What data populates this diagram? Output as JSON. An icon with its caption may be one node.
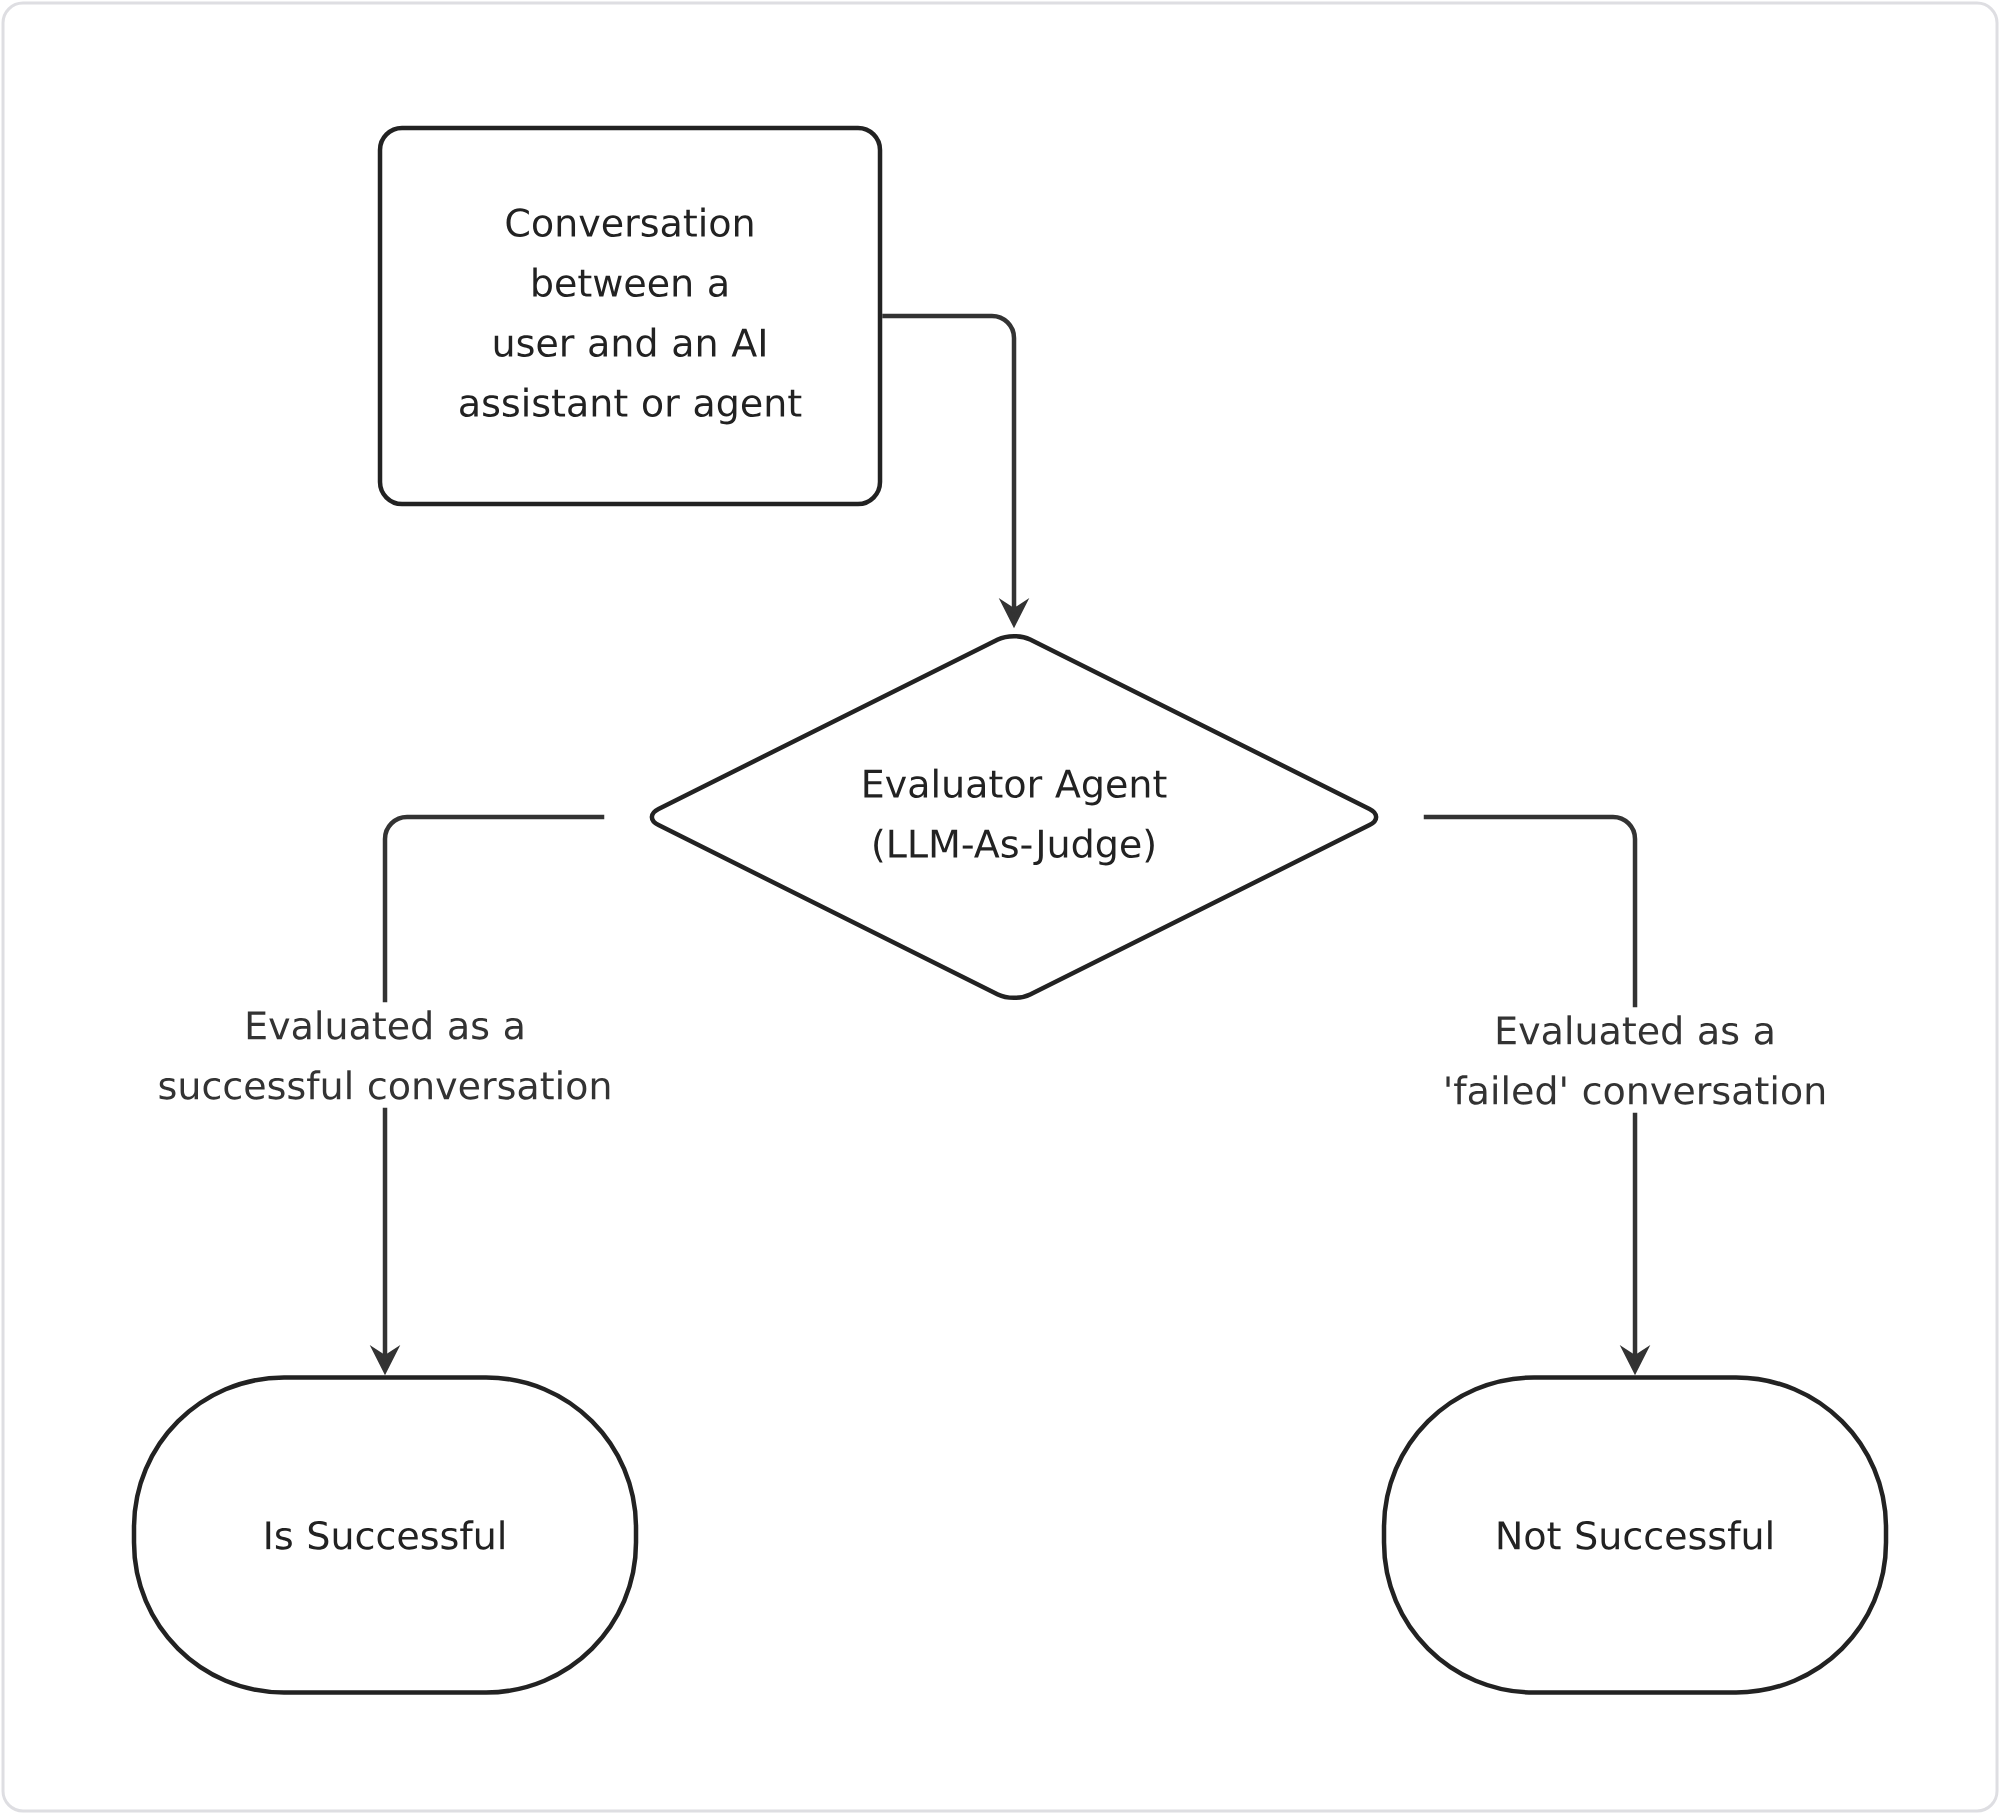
{
  "diagram": {
    "nodes": [
      {
        "text": [
          "Conversation between a user and an AI assistant or agent"
        ]
      },
      {
        "text": [
          "Evaluator Agent (LLM-As-Judge)"
        ]
      },
      {
        "text": [
          "Is Successful"
        ]
      },
      {
        "text": [
          "Not Successful"
        ]
      }
    ],
    "edges": [
      {
        "from": 0,
        "to": 1,
        "arrow": "to"
      },
      {
        "from": 1,
        "to": 2,
        "arrow": "to",
        "label": "Evaluated as a successful conversation"
      },
      {
        "from": 1,
        "to": 3,
        "arrow": "to",
        "label": "Evaluated as a 'failed' conversation"
      }
    ]
  }
}
